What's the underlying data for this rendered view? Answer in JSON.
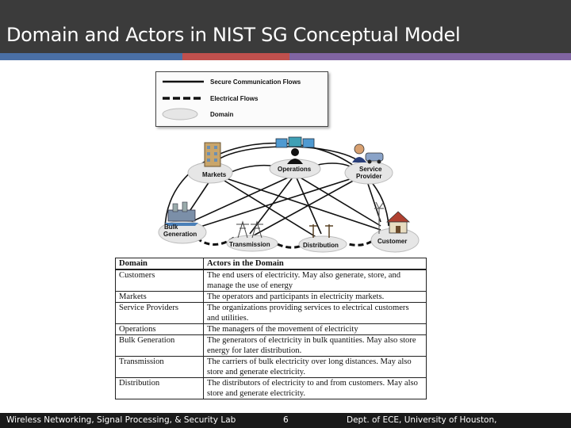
{
  "slide": {
    "title": "Domain and Actors in NIST SG Conceptual Model"
  },
  "stripes": [
    {
      "color": "#4a6fa5"
    },
    {
      "color": "#c0504d"
    },
    {
      "color": "#8064a2"
    }
  ],
  "diagram": {
    "legend": {
      "secure": "Secure Communication Flows",
      "electrical": "Electrical Flows",
      "domain": "Domain"
    },
    "nodes": {
      "markets": "Markets",
      "operations": "Operations",
      "service_provider_1": "Service",
      "service_provider_2": "Provider",
      "bulk_generation_1": "Bulk",
      "bulk_generation_2": "Generation",
      "transmission": "Transmission",
      "distribution": "Distribution",
      "customer": "Customer"
    }
  },
  "table": {
    "headers": [
      "Domain",
      "Actors in the Domain"
    ],
    "rows": [
      {
        "domain": "Customers",
        "actors": "The end users of electricity. May also generate, store, and manage the use of energy"
      },
      {
        "domain": "Markets",
        "actors": "The operators and participants in electricity markets."
      },
      {
        "domain": "Service Providers",
        "actors": "The organizations providing services to electrical customers and utilities."
      },
      {
        "domain": "Operations",
        "actors": "The managers of the movement of electricity"
      },
      {
        "domain": "Bulk Generation",
        "actors": "The generators of electricity in bulk quantities. May also store energy for later distribution."
      },
      {
        "domain": "Transmission",
        "actors": "The carriers of bulk electricity over long distances. May also store and generate electricity."
      },
      {
        "domain": "Distribution",
        "actors": "The distributors of electricity to and from customers. May also store and generate electricity."
      }
    ]
  },
  "footer": {
    "left": "Wireless Networking, Signal Processing, & Security Lab",
    "page": "6",
    "right": "Dept. of ECE, University of Houston,"
  }
}
